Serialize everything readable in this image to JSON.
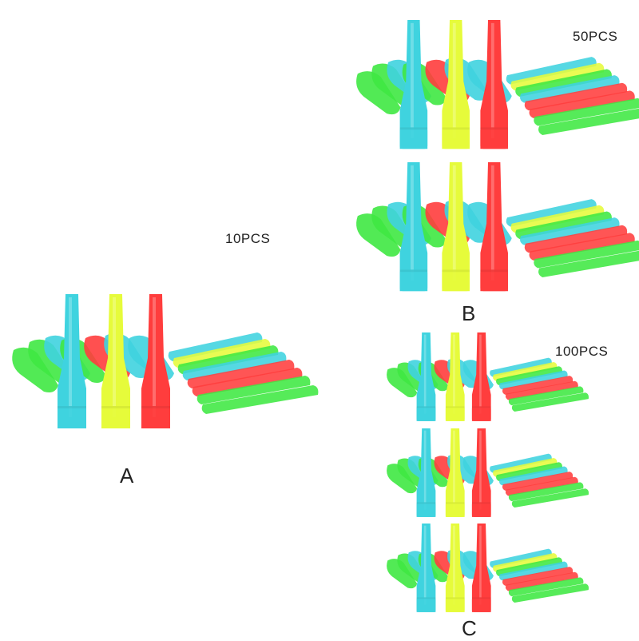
{
  "options": [
    {
      "letter": "A",
      "quantity": "10PCS"
    },
    {
      "letter": "B",
      "quantity": "50PCS"
    },
    {
      "letter": "C",
      "quantity": "100PCS"
    }
  ],
  "colors": {
    "blue": "#3fd3df",
    "yellow": "#e6fb3b",
    "red": "#ff3d3d",
    "green": "#3fe842"
  },
  "product_icon": "hookah-mouthpiece-tips"
}
